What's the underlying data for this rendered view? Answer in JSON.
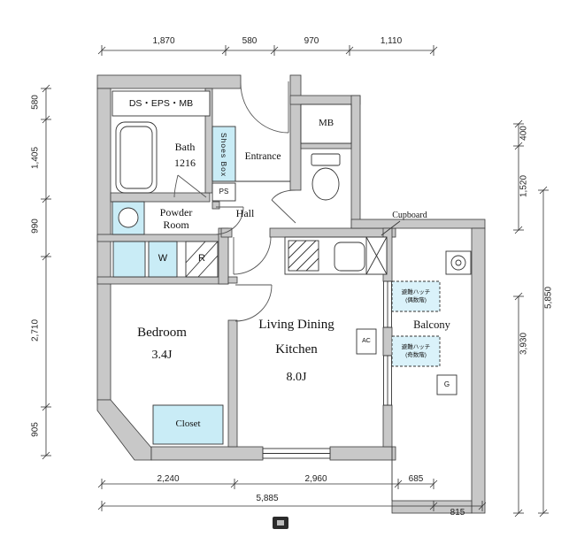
{
  "colors": {
    "wall": "#c8c8c8",
    "accent": "#c9ecf6",
    "line": "#333333"
  },
  "rooms": {
    "ds_eps_mb": "DS・EPS・MB",
    "bath": {
      "name": "Bath",
      "size": "1216"
    },
    "shoes_box": "Shoes Box",
    "ps": "PS",
    "entrance": "Entrance",
    "mb": "MB",
    "powder_room": "Powder Room",
    "hall": "Hall",
    "cupboard": "Cupboard",
    "washer": "W",
    "fridge": "R",
    "bedroom": {
      "name": "Bedroom",
      "size": "3.4J"
    },
    "ldk": {
      "line1": "Living Dining",
      "line2": "Kitchen",
      "size": "8.0J"
    },
    "ac": "AC",
    "balcony": "Balcony",
    "gas": "G",
    "hatch_even": {
      "line1": "避難ハッチ",
      "line2": "(偶数階)"
    },
    "hatch_odd": {
      "line1": "避難ハッチ",
      "line2": "(奇数階)"
    },
    "closet": "Closet"
  },
  "dimensions": {
    "top": [
      "1,870",
      "580",
      "970",
      "1,110"
    ],
    "left": [
      "580",
      "1,405",
      "990",
      "2,710",
      "905"
    ],
    "right": [
      "400",
      "1,520",
      "5,850",
      "3,930"
    ],
    "bottom": [
      "2,240",
      "2,960",
      "685",
      "5,885",
      "815"
    ]
  }
}
